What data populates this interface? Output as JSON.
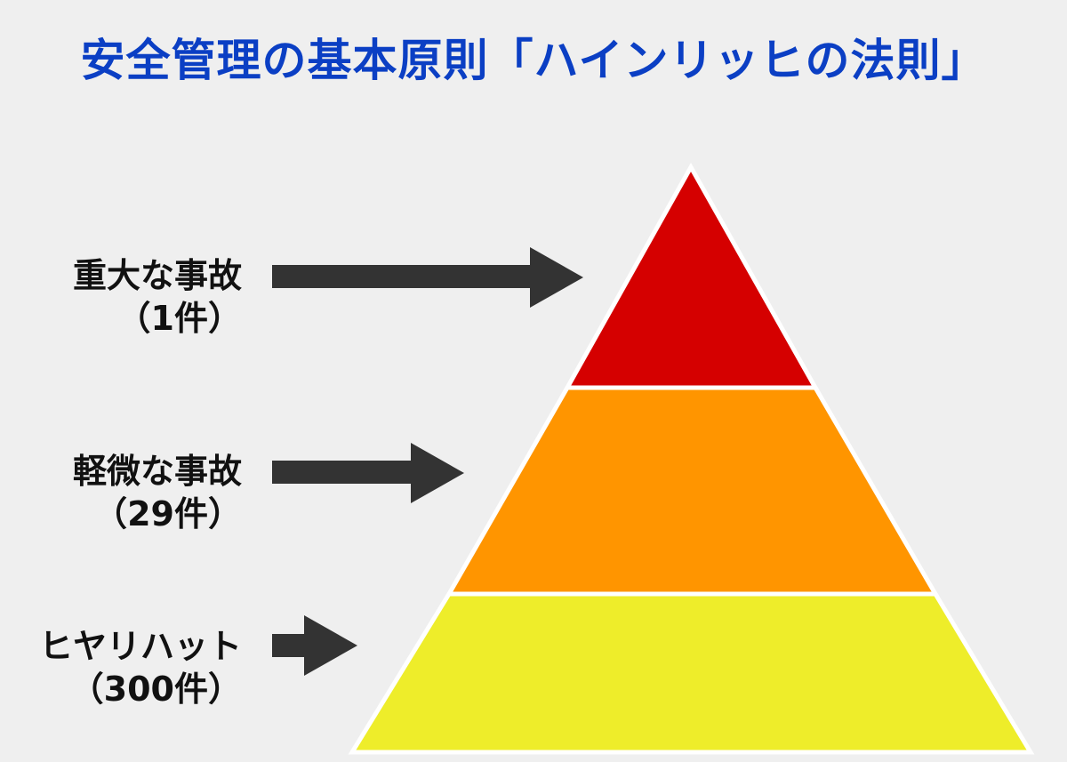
{
  "title": "安全管理の基本原則「ハインリッヒの法則」",
  "colors": {
    "title": "#0b3fc4",
    "background": "#efefef",
    "arrow": "#333333",
    "tier_top": "#d50000",
    "tier_middle": "#ff9500",
    "tier_bottom": "#eeed2a",
    "outline": "#ffffff"
  },
  "tiers": [
    {
      "name": "重大な事故",
      "count": "（1件）"
    },
    {
      "name": "軽微な事故",
      "count": "（29件）"
    },
    {
      "name": "ヒヤリハット",
      "count": "（300件）"
    }
  ]
}
